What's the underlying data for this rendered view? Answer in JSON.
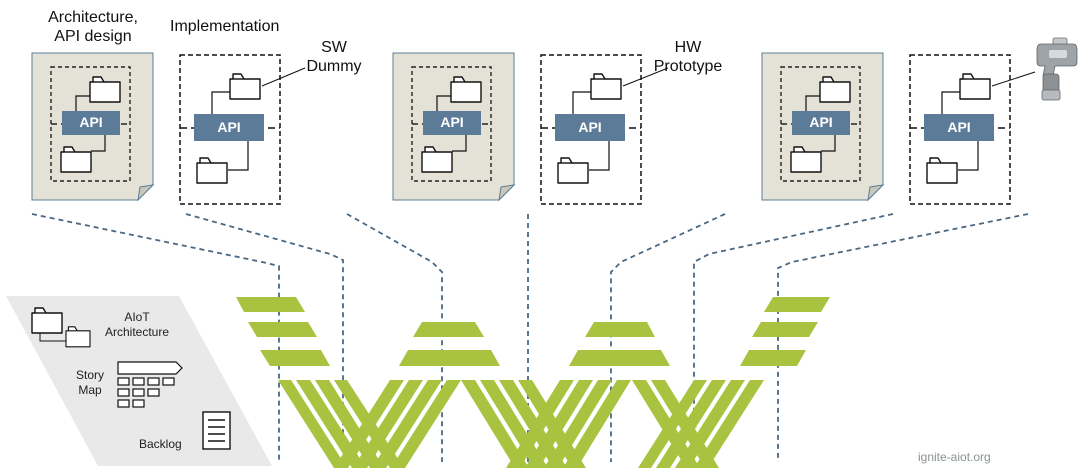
{
  "labels": {
    "architecture_api_design": [
      "Architecture,",
      "API design"
    ],
    "implementation": "Implementation",
    "sw_dummy": [
      "SW",
      "Dummy"
    ],
    "hw_prototype": [
      "HW",
      "Prototype"
    ]
  },
  "api_label": "API",
  "legend": {
    "aiot_architecture": [
      "AIoT",
      "Architecture"
    ],
    "story_map": [
      "Story",
      "Map"
    ],
    "backlog": "Backlog"
  },
  "credit": "ignite-aiot.org",
  "colors": {
    "api_box": "#5b7b99",
    "paper": "#e4e2d6",
    "chevron": "#a9c23f",
    "dash": "#4a6783",
    "legend_panel": "#e9e9e9"
  },
  "icons": [
    "folder-icon",
    "drill-icon",
    "story-map-icon",
    "backlog-icon"
  ]
}
